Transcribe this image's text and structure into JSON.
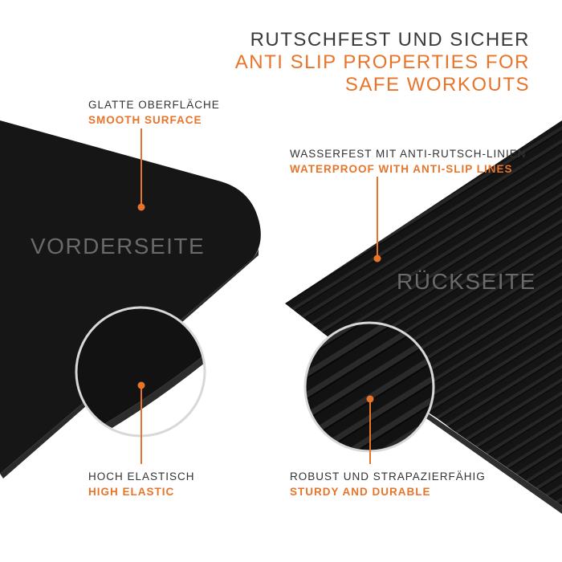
{
  "header": {
    "title_de": "RUTSCHFEST UND SICHER",
    "title_en": "ANTI SLIP PROPERTIES FOR\nSAFE WORKOUTS"
  },
  "front": {
    "side_label": "VORDERSEITE",
    "top_feature": {
      "de": "GLATTE OBERFLÄCHE",
      "en": "SMOOTH SURFACE"
    },
    "bottom_feature": {
      "de": "HOCH ELASTISCH",
      "en": "HIGH ELASTIC"
    }
  },
  "back": {
    "side_label": "RÜCKSEITE",
    "top_feature": {
      "de": "WASSERFEST MIT ANTI-RUTSCH-LINIEN",
      "en": "WATERPROOF WITH ANTI-SLIP LINES"
    },
    "bottom_feature": {
      "de": "ROBUST UND STRAPAZIERFÄHIG",
      "en": "STURDY AND DURABLE"
    }
  },
  "colors": {
    "accent": "#e8742a",
    "mat": "#151515",
    "text_dark": "#333333",
    "side_text": "#6a6a6a"
  }
}
